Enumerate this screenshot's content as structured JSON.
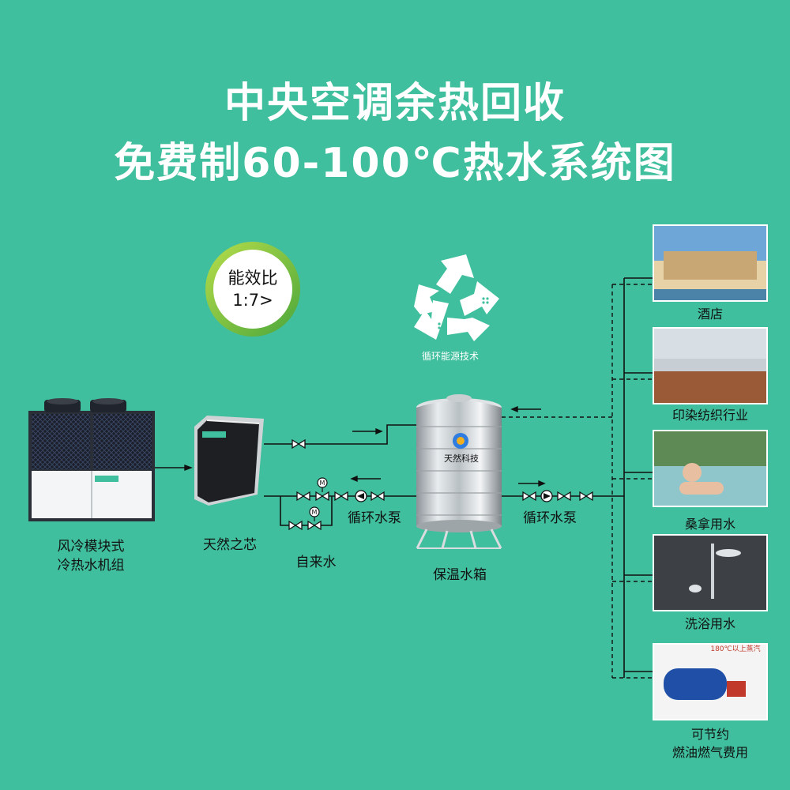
{
  "title": {
    "line1": "中央空调余热回收",
    "line2": "免费制60-100℃热水系统图"
  },
  "badge": {
    "line1": "能效比",
    "line2": "1:7>"
  },
  "recycle": {
    "label": "循环能源技术",
    "icon": "recycle-icon"
  },
  "devices": {
    "chiller": {
      "line1": "风冷模块式",
      "line2": "冷热水机组"
    },
    "core": {
      "label": "天然之芯"
    },
    "tank": {
      "label": "保温水箱",
      "brand": "天然科技"
    },
    "pump_left": {
      "label": "循环水泵"
    },
    "pump_right": {
      "label": "循环水泵"
    },
    "tap_water": {
      "label": "自来水"
    }
  },
  "applications": [
    {
      "label": "酒店"
    },
    {
      "label": "印染纺织行业"
    },
    {
      "label": "桑拿用水"
    },
    {
      "label": "洗浴用水"
    },
    {
      "label": "可节约",
      "label2": "燃油燃气费用",
      "banner": "180℃以上蒸汽"
    }
  ],
  "colors": {
    "background": "#3fbf9d",
    "title": "#ffffff",
    "badge_ring": "#8dc63f",
    "pipe": "#111111"
  }
}
